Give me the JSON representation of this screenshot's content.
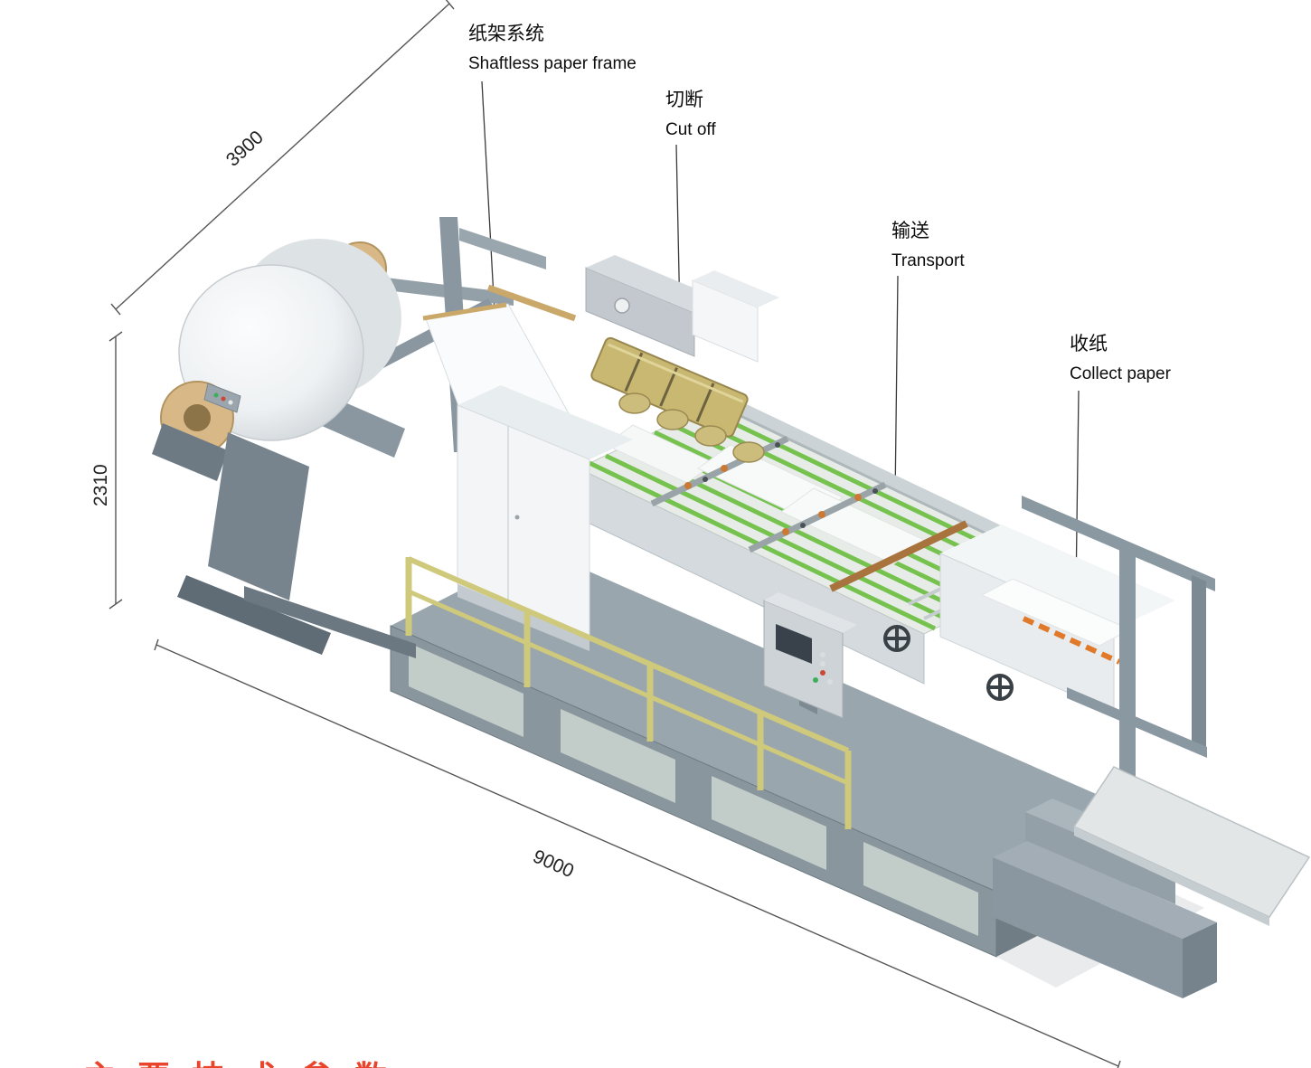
{
  "callouts": [
    {
      "zh": "纸架系统",
      "en": "Shaftless paper frame"
    },
    {
      "zh": "切断",
      "en": "Cut off"
    },
    {
      "zh": "输送",
      "en": "Transport"
    },
    {
      "zh": "收纸",
      "en": "Collect paper"
    }
  ],
  "dimensions": {
    "width_3900": "3900",
    "height_2310": "2310",
    "length_9000": "9000"
  },
  "caption_partial": "主要技术参数",
  "colors": {
    "frame_gray": "#8d99a3",
    "base_gray": "#8a969e",
    "panel_glass": "#c3cdc8",
    "machine_white": "#f2f4f5",
    "belt_green": "#76c24e",
    "rail_yellow": "#cfc97c",
    "roller_gold": "#c9b872",
    "core_tan": "#d9b888",
    "accent_orange": "#e07a2a",
    "caption_red": "#e8452c",
    "line_dark": "#2a2a2a"
  }
}
